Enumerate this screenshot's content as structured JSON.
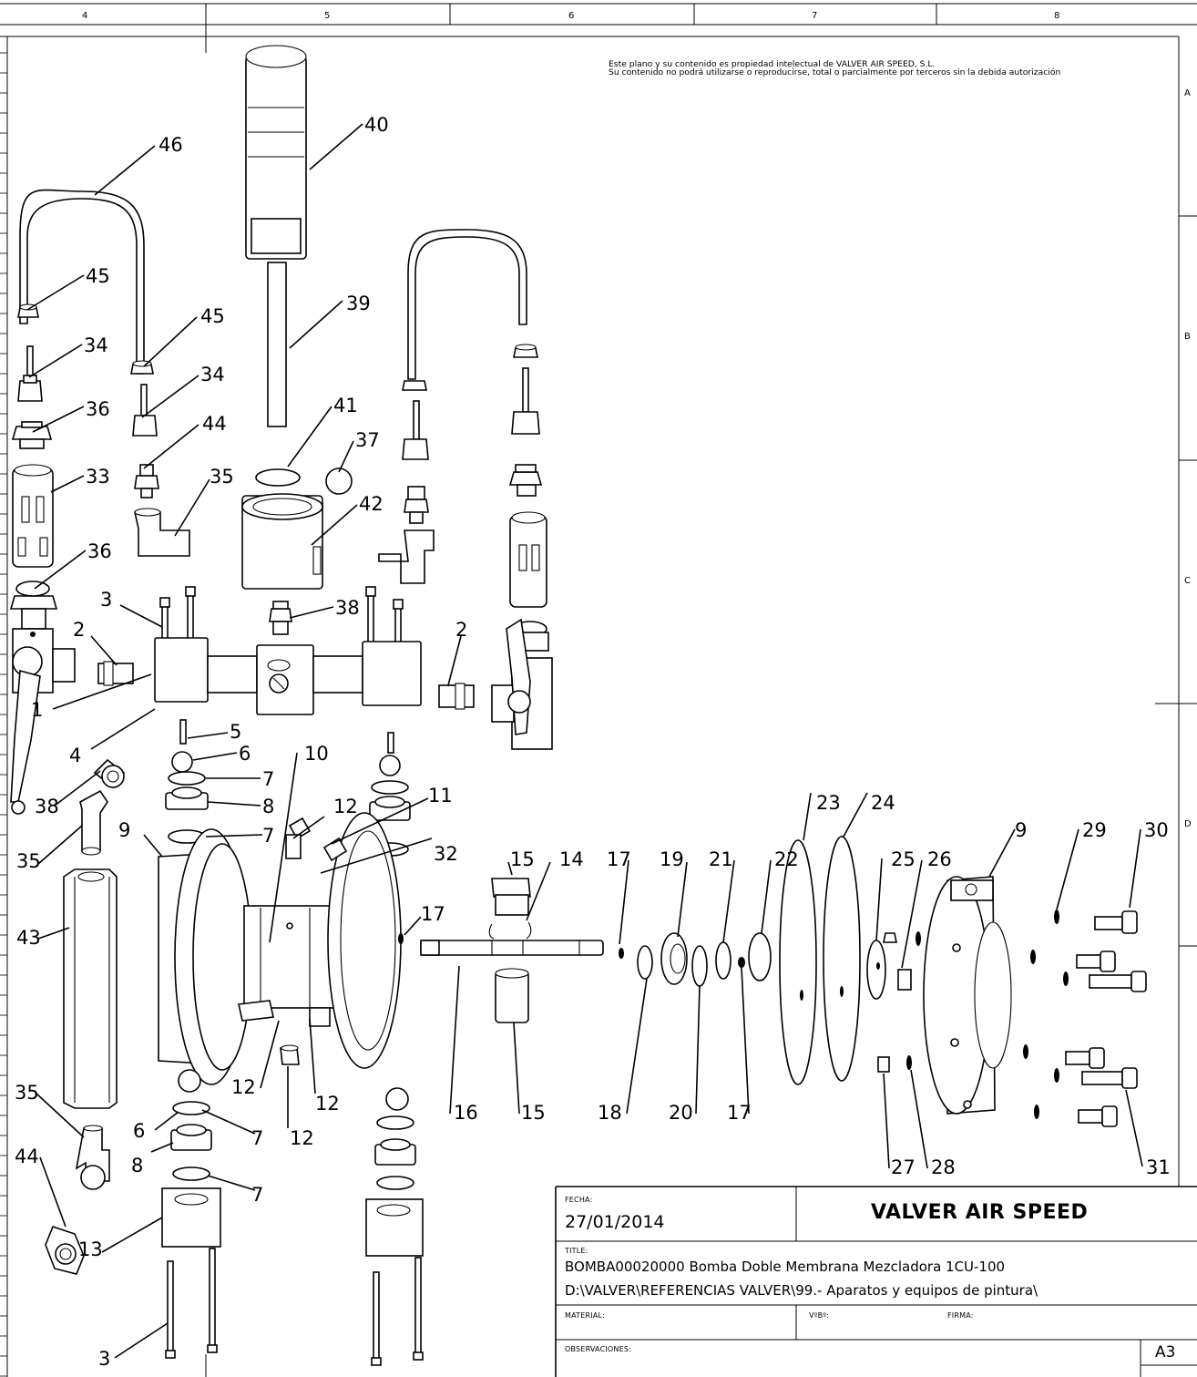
{
  "frame": {
    "columns": [
      "4",
      "5",
      "6",
      "7",
      "8"
    ],
    "rows": [
      "A",
      "B",
      "C",
      "D"
    ]
  },
  "notice": [
    "Este plano y su contenido es propiedad intelectual de VALVER AIR SPEED, S.L.",
    "Su contenido no podrá utilizarse o reproducirse, total o parcialmente por terceros sin la debida autorización"
  ],
  "balloons": [
    "1",
    "2",
    "2",
    "3",
    "3",
    "4",
    "5",
    "6",
    "6",
    "7",
    "7",
    "7",
    "7",
    "8",
    "8",
    "9",
    "9",
    "10",
    "11",
    "12",
    "12",
    "12",
    "12",
    "13",
    "14",
    "15",
    "15",
    "16",
    "17",
    "17",
    "17",
    "18",
    "19",
    "20",
    "21",
    "22",
    "23",
    "24",
    "25",
    "26",
    "27",
    "28",
    "29",
    "30",
    "31",
    "32",
    "33",
    "34",
    "34",
    "35",
    "35",
    "35",
    "36",
    "36",
    "37",
    "38",
    "38",
    "39",
    "40",
    "41",
    "42",
    "43",
    "44",
    "44",
    "45",
    "45",
    "46"
  ],
  "title_block": {
    "fecha_label": "FECHA:",
    "fecha": "27/01/2014",
    "company": "VALVER AIR SPEED",
    "title_label": "TITLE:",
    "title_line1": "BOMBA00020000 Bomba Doble Membrana Mezcladora 1CU-100",
    "title_line2": "D:\\VALVER\\REFERENCIAS VALVER\\99.- Aparatos y equipos de pintura\\",
    "material_label": "MATERIAL:",
    "vobo_label": "VºBº:",
    "firma_label": "FIRMA:",
    "observaciones_label": "OBSERVACIONES:",
    "sheet_size": "A3"
  }
}
